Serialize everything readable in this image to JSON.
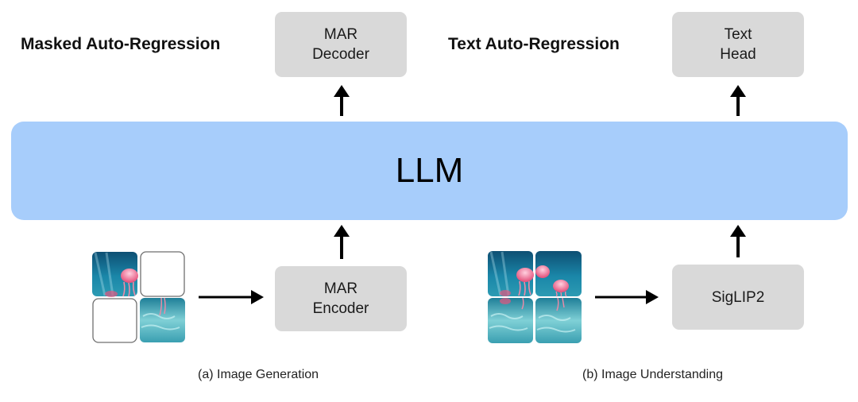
{
  "headings": {
    "left": "Masked Auto-Regression",
    "right": "Text Auto-Regression"
  },
  "boxes": {
    "mar_decoder": [
      "MAR",
      "Decoder"
    ],
    "text_head": [
      "Text",
      "Head"
    ],
    "mar_encoder": [
      "MAR",
      "Encoder"
    ],
    "siglip2": [
      "SigLIP2"
    ]
  },
  "llm": "LLM",
  "captions": {
    "a": "(a) Image Generation",
    "b": "(b) Image Understanding"
  },
  "colors": {
    "llm_fill": "#a7cdfb",
    "box_fill": "#d9d9d9",
    "arrow": "#000000"
  },
  "images": {
    "left_grid": [
      "jellyfish-tile",
      "masked-tile",
      "masked-tile",
      "seafloor-tile"
    ],
    "right_grid": [
      "jellyfish-tile",
      "jellyfish-tile",
      "seafloor-tile",
      "seafloor-tile"
    ]
  }
}
